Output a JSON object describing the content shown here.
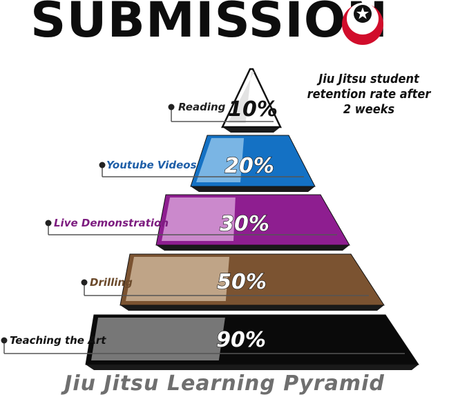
{
  "header": {
    "brand": "SUBMISSION",
    "logo": "red-crescent-star-logo"
  },
  "note": {
    "lines": [
      "Jiu Jitsu student",
      "retention rate after",
      "2 weeks"
    ]
  },
  "caption": "Jiu Jitsu Learning Pyramid",
  "chart_data": {
    "type": "pyramid",
    "tiers": [
      {
        "label": "Reading",
        "value": "10%",
        "color": "#ffffff",
        "light": "#e2e2e2",
        "labelColor": "#222222"
      },
      {
        "label": "Youtube Videos",
        "value": "20%",
        "color": "#1471c4",
        "light": "#7fb8e6",
        "labelColor": "#1f5fa8"
      },
      {
        "label": "Live Demonstration",
        "value": "30%",
        "color": "#8e1e90",
        "light": "#cf8fd0",
        "labelColor": "#7d1d80"
      },
      {
        "label": "Drilling",
        "value": "50%",
        "color": "#7b5331",
        "light": "#c3a98c",
        "labelColor": "#6b4a2b"
      },
      {
        "label": "Teaching the Art",
        "value": "90%",
        "color": "#0a0a0a",
        "light": "#7d7d7d",
        "labelColor": "#111111"
      }
    ]
  }
}
